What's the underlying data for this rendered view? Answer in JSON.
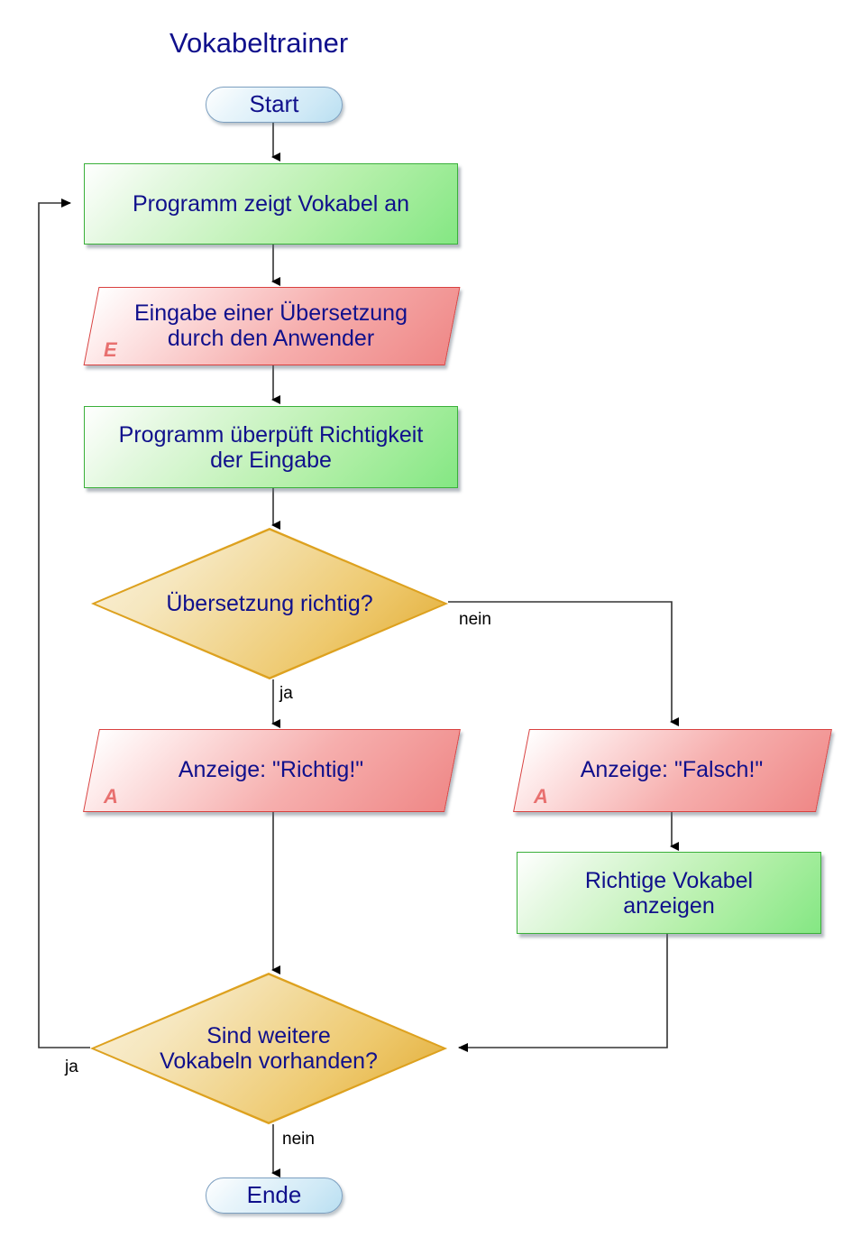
{
  "diagram": {
    "title": "Vokabeltrainer",
    "type": "flowchart",
    "language": "de"
  },
  "nodes": {
    "start": {
      "label": "Start",
      "shape": "terminator"
    },
    "show_word": {
      "label": "Programm zeigt Vokabel an",
      "shape": "process"
    },
    "input_translation": {
      "label": "Eingabe einer Übersetzung\ndurch den Anwender",
      "shape": "input",
      "marker": "E"
    },
    "check_input": {
      "label": "Programm überpüft Richtigkeit\nder Eingabe",
      "shape": "process"
    },
    "decision_correct": {
      "label": "Übersetzung richtig?",
      "shape": "decision"
    },
    "output_right": {
      "label": "Anzeige: \"Richtig!\"",
      "shape": "output",
      "marker": "A"
    },
    "output_wrong": {
      "label": "Anzeige: \"Falsch!\"",
      "shape": "output",
      "marker": "A"
    },
    "show_correct_word": {
      "label": "Richtige Vokabel\nanzeigen",
      "shape": "process"
    },
    "decision_more": {
      "label": "Sind weitere\nVokabeln vorhanden?",
      "shape": "decision"
    },
    "end": {
      "label": "Ende",
      "shape": "terminator"
    }
  },
  "edge_labels": {
    "correct_yes": "ja",
    "correct_no": "nein",
    "more_yes": "ja",
    "more_no": "nein"
  },
  "colors": {
    "text": "#10108c",
    "process_fill": "#9eeb96",
    "process_border": "#3ab03a",
    "io_fill": "#f4a3a2",
    "io_border": "#d9403f",
    "io_marker": "#e8706f",
    "decision_fill": "#eec96e",
    "decision_border": "#e0a82c",
    "terminator_fill": "#cfe9f6",
    "terminator_border": "#7c9fc0",
    "edge_line": "#333333",
    "background": "#ffffff"
  }
}
